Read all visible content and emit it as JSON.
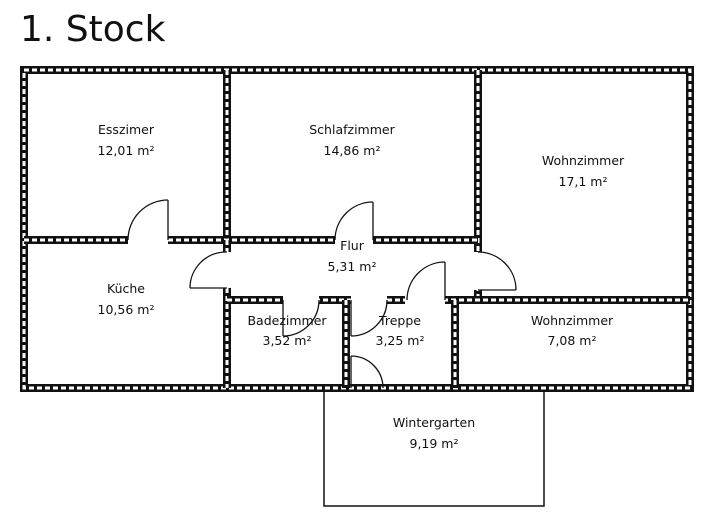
{
  "title": "1. Stock",
  "rooms": [
    {
      "name": "Esszimer",
      "area": "12,01 m²"
    },
    {
      "name": "Schlafzimmer",
      "area": "14,86 m²"
    },
    {
      "name": "Wohnzimmer",
      "area": "17,1 m²"
    },
    {
      "name": "Küche",
      "area": "10,56 m²"
    },
    {
      "name": "Flur",
      "area": "5,31 m²"
    },
    {
      "name": "Badezimmer",
      "area": "3,52 m²"
    },
    {
      "name": "Treppe",
      "area": "3,25 m²"
    },
    {
      "name": "Wohnzimmer",
      "area": "7,08 m²"
    },
    {
      "name": "Wintergarten",
      "area": "9,19 m²"
    }
  ]
}
